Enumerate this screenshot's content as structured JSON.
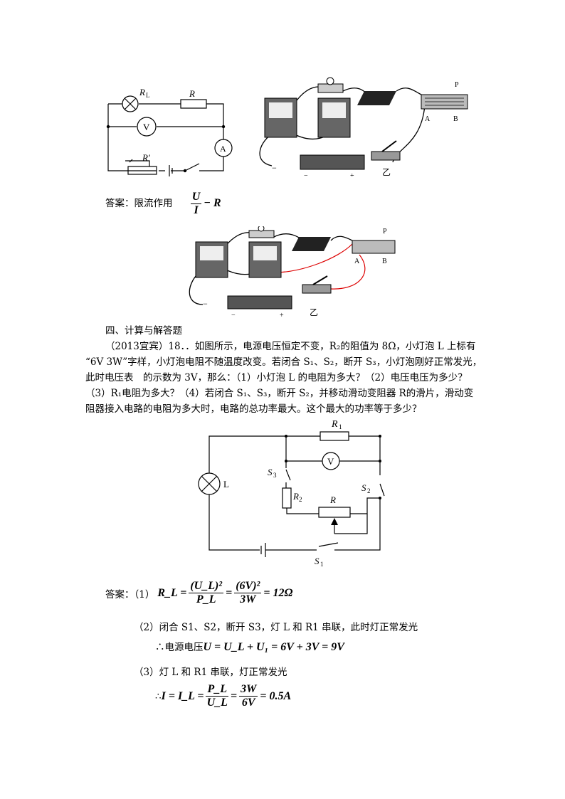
{
  "figure1": {
    "circuit_labels": {
      "lamp": "R",
      "lamp_sub": "L",
      "resistor": "R",
      "voltmeter": "V",
      "ammeter": "A",
      "rheostat": "R′"
    },
    "apparatus_labels": {
      "minus": "−",
      "minus2": "−",
      "plus": "+",
      "a": "A",
      "b": "B",
      "p": "P",
      "yi": "乙"
    }
  },
  "answer1": {
    "prefix": "答案：限流作用",
    "num": "U",
    "den": "I",
    "tail": "− R"
  },
  "figure2": {
    "labels": {
      "minus": "−",
      "minus2": "−",
      "plus": "+",
      "a": "A",
      "b": "B",
      "p": "P",
      "yi": "乙"
    }
  },
  "section": {
    "heading": "四、计算与解答题",
    "lines": [
      "（2013宜宾）18．．如图所示，电源电压恒定不变，R₂的阻值为 8Ω，小灯泡 L 上标有",
      "“6V 3W”字样，小灯泡电阻不随温度改变。若闭合 S₁、S₂，断开 S₃，小灯泡刚好正常发光，",
      "此时电压表　的示数为 3V，那么：（1）小灯泡 L 的电阻为多大？（2）电压电压为多少？",
      "（3）R₁电阻为多大？（4）若闭合 S₁、S₃，断开 S₂，并移动滑动变阻器 R的滑片，滑动变",
      "阻器接入电路的电阻为多大时，电路的总功率最大。这个最大的功率等于多少？"
    ]
  },
  "figure3": {
    "labels": {
      "r1": "R",
      "r1_sub": "1",
      "v": "V",
      "s3": "S",
      "s3_sub": "3",
      "s2": "S",
      "s2_sub": "2",
      "r2": "R",
      "r2_sub": "2",
      "r": "R",
      "l": "L",
      "s1": "S",
      "s1_sub": "1"
    }
  },
  "answers": {
    "a1_prefix": "答案：（1）",
    "a1_formula_lhs": "R_L =",
    "a1_num1": "(U_L)²",
    "a1_den1": "P_L",
    "a1_num2": "(6V)²",
    "a1_den2": "3W",
    "a1_result": "= 12Ω",
    "a2_text": "（2）闭合 S1、S2，断开 S3，灯 L 和 R1 串联，此时灯正常发光",
    "a2_prefix": "∴电源电压",
    "a2_formula": "U = U_L + U₁ = 6V + 3V = 9V",
    "a3_text": "（3）灯 L 和 R1 串联，灯正常发光",
    "a3_prefix": "∴",
    "a3_lhs": "I = I_L =",
    "a3_num1": "P_L",
    "a3_den1": "U_L",
    "a3_num2": "3W",
    "a3_den2": "6V",
    "a3_result": "= 0.5A"
  }
}
